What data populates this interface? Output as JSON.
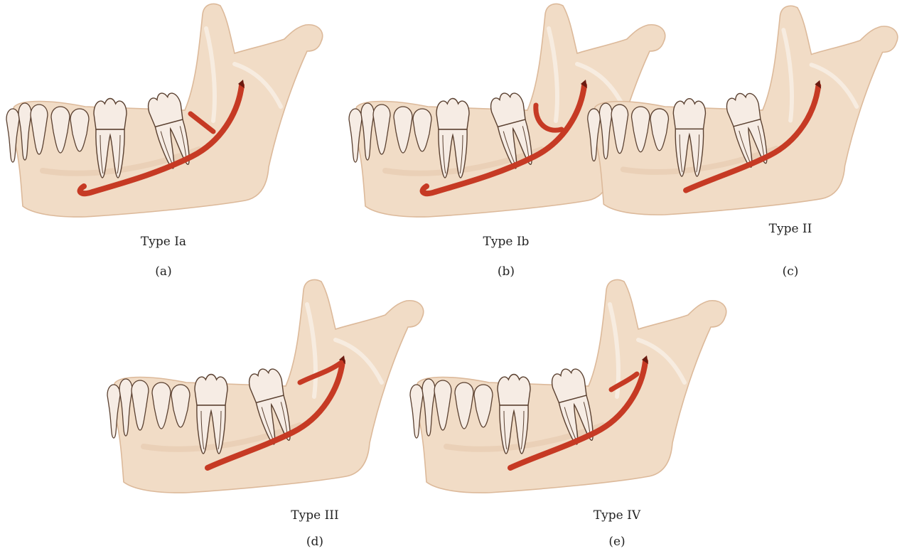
{
  "colors": {
    "bone": "#f1dcc6",
    "bone_shade": "#dcb99a",
    "tooth": "#f6ece4",
    "tooth_shade": "#dccbbf",
    "canal": "#c63a24",
    "outline": "#5a4030"
  },
  "panels": [
    {
      "id": "a",
      "type_label": "Type Ia",
      "letter": "(a)",
      "variant": "Ia"
    },
    {
      "id": "b",
      "type_label": "Type Ib",
      "letter": "(b)",
      "variant": "Ib"
    },
    {
      "id": "c",
      "type_label": "Type II",
      "letter": "(c)",
      "variant": "II"
    },
    {
      "id": "d",
      "type_label": "Type III",
      "letter": "(d)",
      "variant": "III"
    },
    {
      "id": "e",
      "type_label": "Type IV",
      "letter": "(e)",
      "variant": "IV"
    }
  ]
}
